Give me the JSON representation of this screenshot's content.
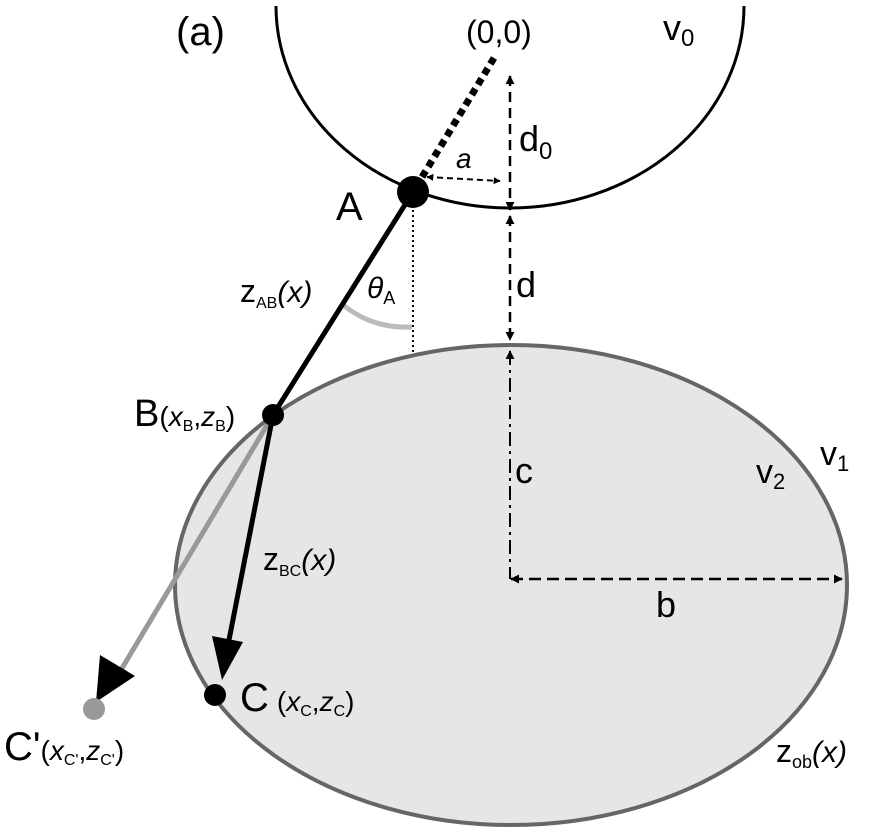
{
  "figure": {
    "panel_label": "(a)",
    "origin_label": "(0,0)",
    "velocity_top": {
      "base": "v",
      "sub": "0"
    },
    "velocity_outer": {
      "base": "v",
      "sub": "1"
    },
    "velocity_inner": {
      "base": "v",
      "sub": "2"
    },
    "dim_d0": {
      "base": "d",
      "sub": "0"
    },
    "dim_a": "a",
    "dim_d": "d",
    "dim_c": "c",
    "dim_b": "b",
    "point_a": "A",
    "point_b": {
      "name": "B",
      "x_sym": "x",
      "x_sub": "B",
      "z_sym": "z",
      "z_sub": "B"
    },
    "point_c": {
      "name": "C",
      "x_sym": "x",
      "x_sub": "C",
      "z_sym": "z",
      "z_sub": "C"
    },
    "point_cprime": {
      "name": "C'",
      "x_sym": "x",
      "x_sub": "C'",
      "z_sym": "z",
      "z_sub": "C'"
    },
    "angle": {
      "base": "θ",
      "sub": "A"
    },
    "segment_ab": {
      "base": "z",
      "sub": "AB",
      "arg": "(x)"
    },
    "segment_bc": {
      "base": "z",
      "sub": "BC",
      "arg": "(x)"
    },
    "boundary": {
      "base": "z",
      "sub": "ob",
      "arg": "(x)"
    }
  },
  "colors": {
    "ink": "#000000",
    "ellipse_fill": "#e6e6e6",
    "ellipse_stroke": "#666666",
    "ray_grey": "#999999",
    "arc_grey": "#bbbbbb"
  }
}
